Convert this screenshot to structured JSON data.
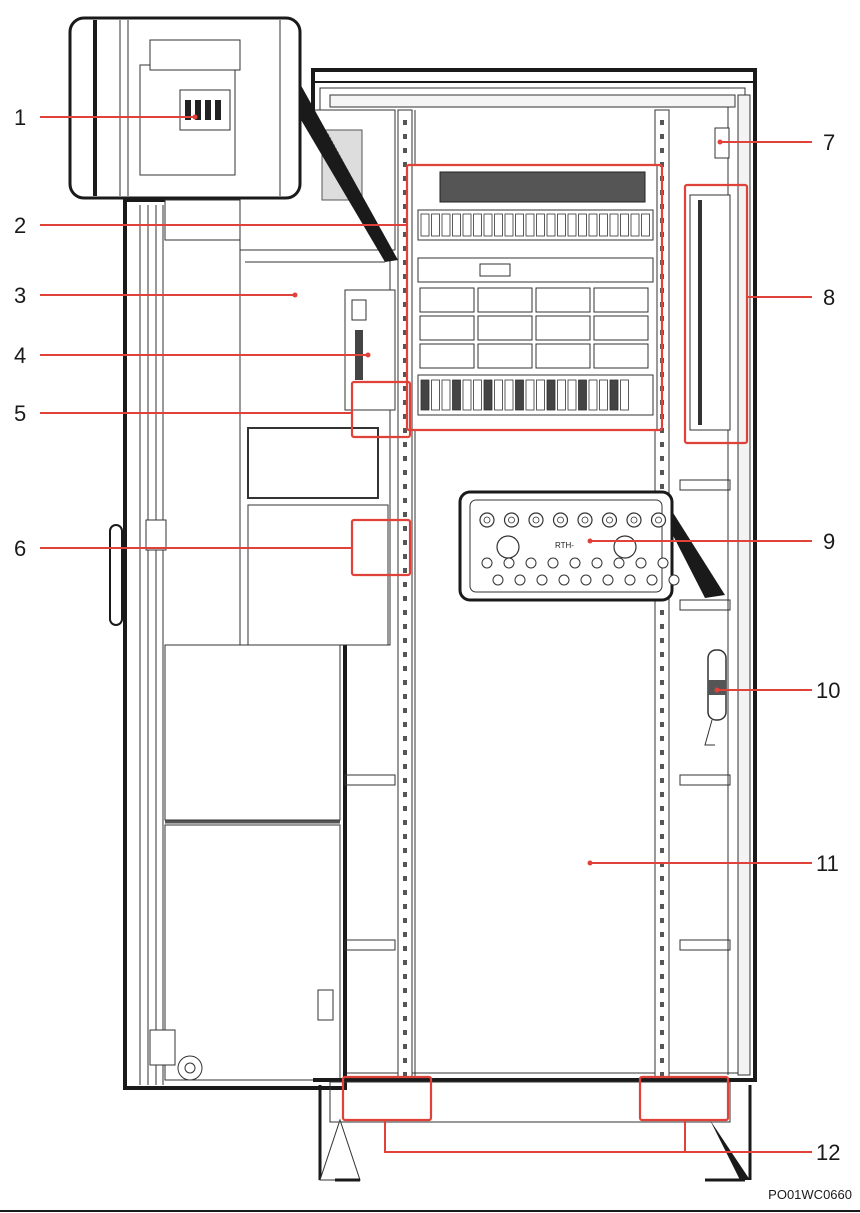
{
  "callouts": [
    {
      "id": "1",
      "label": "1"
    },
    {
      "id": "2",
      "label": "2"
    },
    {
      "id": "3",
      "label": "3"
    },
    {
      "id": "4",
      "label": "4"
    },
    {
      "id": "5",
      "label": "5"
    },
    {
      "id": "6",
      "label": "6"
    },
    {
      "id": "7",
      "label": "7"
    },
    {
      "id": "8",
      "label": "8"
    },
    {
      "id": "9",
      "label": "9"
    },
    {
      "id": "10",
      "label": "10"
    },
    {
      "id": "11",
      "label": "11"
    },
    {
      "id": "12",
      "label": "12"
    }
  ],
  "inset_label": "RTH-",
  "figure_code": "PO01WC0660",
  "colors": {
    "callout_line": "#e0423a",
    "outline": "#1a1a1a",
    "background": "#ffffff"
  }
}
